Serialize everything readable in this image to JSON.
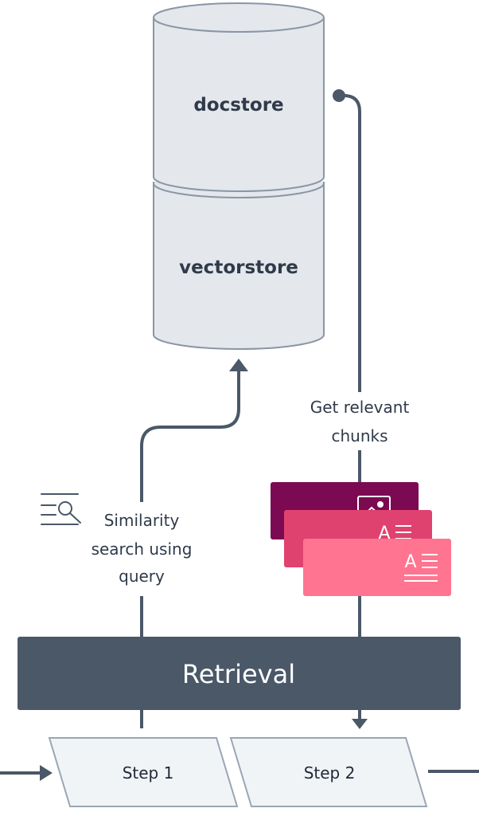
{
  "stores": {
    "docstore_label": "docstore",
    "vectorstore_label": "vectorstore"
  },
  "annotations": {
    "get_chunks": [
      "Get relevant",
      "chunks"
    ],
    "similarity": [
      "Similarity",
      "search using",
      "query"
    ]
  },
  "retrieval_label": "Retrieval",
  "steps": [
    "Step 1",
    "Step 2"
  ],
  "chunk_cards": [
    {
      "icon": "image-icon",
      "color": "#7b0a52"
    },
    {
      "icon": "text-icon",
      "color": "#e0426f"
    },
    {
      "icon": "text-icon",
      "color": "#ff7490"
    }
  ],
  "colors": {
    "line": "#4a5868",
    "cylinder_fill": "#e4e7ec",
    "cylinder_stroke": "#8a96a6",
    "retrieval_bar": "#4a5868",
    "step_fill": "#f1f4f7",
    "step_stroke": "#9aa6b4"
  }
}
